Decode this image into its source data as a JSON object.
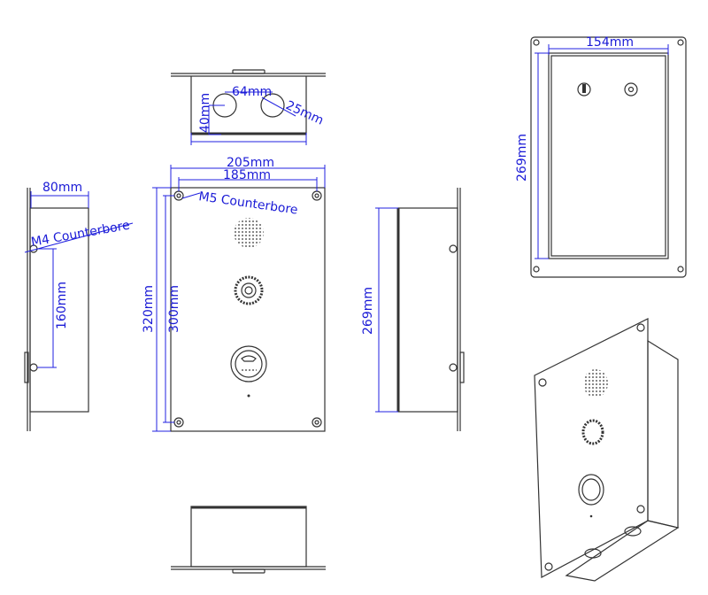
{
  "colors": {
    "outline": "#333333",
    "dimension": "#1a1ad6",
    "background": "#ffffff"
  },
  "top_view": {
    "hole_spacing": "64mm",
    "hole_diameter": "25mm",
    "hole_height": "40mm"
  },
  "front_view": {
    "outer_width": "205mm",
    "hole_width": "185mm",
    "counterbore": "M5 Counterbore",
    "outer_height": "320mm",
    "hole_height": "300mm"
  },
  "left_view": {
    "depth": "80mm",
    "counterbore": "M4 Counterbore",
    "hole_spacing": "160mm"
  },
  "right_view": {
    "height": "269mm"
  },
  "back_view": {
    "width": "154mm",
    "height": "269mm"
  }
}
